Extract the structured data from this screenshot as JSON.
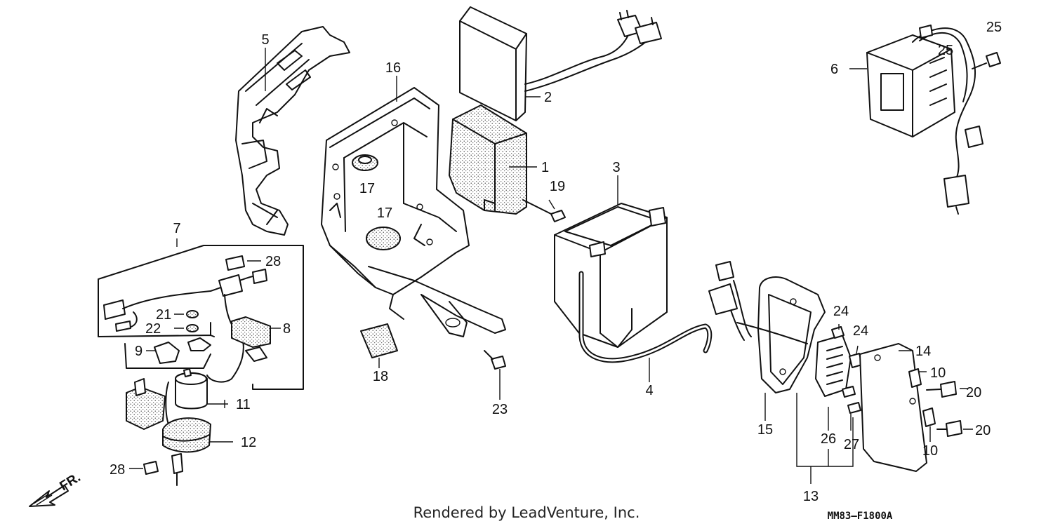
{
  "diagram": {
    "callouts": {
      "c1": "1",
      "c2": "2",
      "c3": "3",
      "c4": "4",
      "c5": "5",
      "c6": "6",
      "c7": "7",
      "c8": "8",
      "c9": "9",
      "c10a": "10",
      "c10b": "10",
      "c11": "11",
      "c12": "12",
      "c13": "13",
      "c14": "14",
      "c15": "15",
      "c16": "16",
      "c17a": "17",
      "c17b": "17",
      "c18": "18",
      "c19": "19",
      "c20a": "20",
      "c20b": "20",
      "c21": "21",
      "c22": "22",
      "c23": "23",
      "c24a": "24",
      "c24b": "24",
      "c25a": "25",
      "c25b": "25",
      "c26": "26",
      "c27": "27",
      "c28a": "28",
      "c28b": "28"
    },
    "front_marker": "FR.",
    "credit": "Rendered by LeadVenture, Inc.",
    "diagram_code": "MM83—F1800A"
  }
}
